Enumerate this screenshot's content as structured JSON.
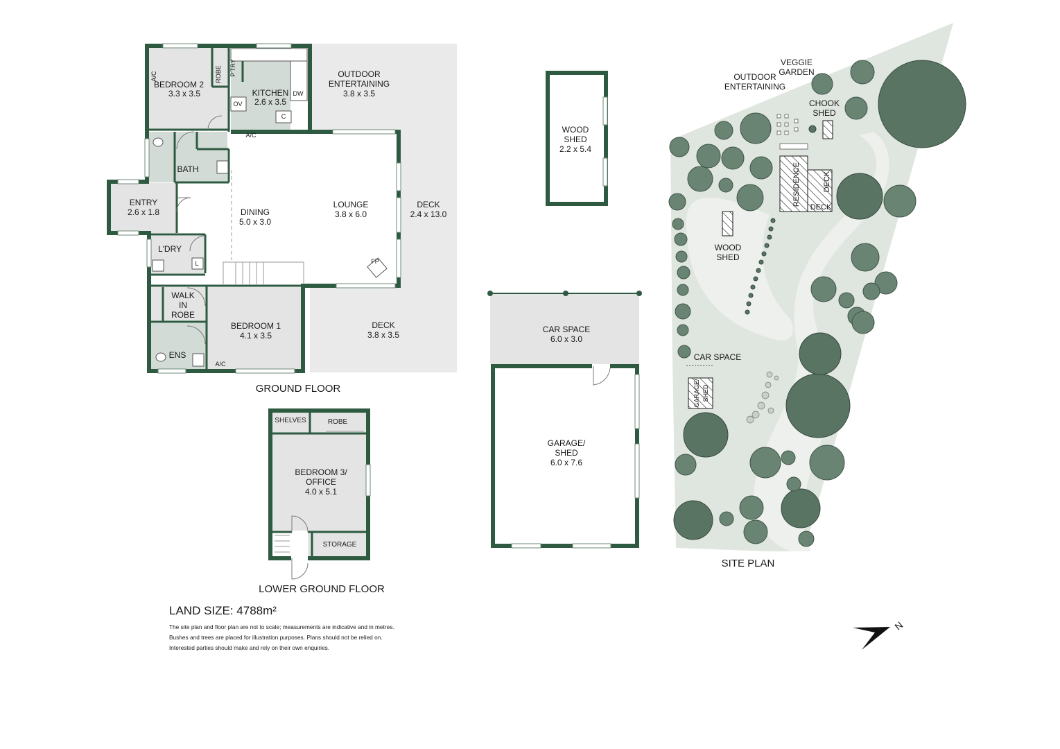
{
  "ground_floor": {
    "title": "GROUND FLOOR",
    "rooms": {
      "bedroom2": {
        "name": "BEDROOM 2",
        "size": "3.3 x 3.5"
      },
      "kitchen": {
        "name": "KITCHEN",
        "size": "2.6 x 3.5"
      },
      "outdoor": {
        "name1": "OUTDOOR",
        "name2": "ENTERTAINING",
        "size": "3.8 x 3.5"
      },
      "bath": {
        "name": "BATH"
      },
      "entry": {
        "name": "ENTRY",
        "size": "2.6 x 1.8"
      },
      "dining": {
        "name": "DINING",
        "size": "5.0 x 3.0"
      },
      "lounge": {
        "name": "LOUNGE",
        "size": "3.8 x 6.0"
      },
      "deck_side": {
        "name": "DECK",
        "size": "2.4 x 13.0"
      },
      "laundry": {
        "name": "L'DRY"
      },
      "walkin": {
        "name1": "WALK",
        "name2": "IN",
        "name3": "ROBE"
      },
      "bedroom1": {
        "name": "BEDROOM 1",
        "size": "4.1 x 3.5"
      },
      "ens": {
        "name": "ENS"
      },
      "deck_lower": {
        "name": "DECK",
        "size": "3.8 x 3.5"
      }
    },
    "fixtures": {
      "ac": "A/C",
      "robe": "ROBE",
      "pantry": "P'TRY",
      "oven": "OV",
      "dw": "DW",
      "c": "C",
      "fp": "FP",
      "l": "L"
    }
  },
  "lower_ground_floor": {
    "title": "LOWER GROUND FLOOR",
    "rooms": {
      "shelves": "SHELVES",
      "robe": "ROBE",
      "bedroom3_name1": "BEDROOM 3/",
      "bedroom3_name2": "OFFICE",
      "bedroom3_size": "4.0 x 5.1",
      "storage": "STORAGE"
    }
  },
  "wood_shed": {
    "name1": "WOOD",
    "name2": "SHED",
    "size": "2.2 x 5.4"
  },
  "car_space": {
    "name": "CAR SPACE",
    "size": "6.0 x 3.0"
  },
  "garage": {
    "name1": "GARAGE/",
    "name2": "SHED",
    "size": "6.0 x 7.6"
  },
  "site_plan": {
    "title": "SITE PLAN",
    "labels": {
      "veggie1": "VEGGIE",
      "veggie2": "GARDEN",
      "outdoor1": "OUTDOOR",
      "outdoor2": "ENTERTAINING",
      "chook1": "CHOOK",
      "chook2": "SHED",
      "residence": "RESIDENCE",
      "deck": "DECK",
      "wood1": "WOOD",
      "wood2": "SHED",
      "car_space": "CAR SPACE",
      "garage1": "GARAGE/",
      "garage2": "SHED"
    },
    "north_label": "N"
  },
  "land_size": {
    "label": "LAND SIZE: 4788m²"
  },
  "disclaimer": [
    "The site plan and floor plan are not to scale; measurements are indicative and in metres.",
    "Bushes and trees are placed for illustration purposes. Plans should not be relied on.",
    "Interested parties should make and rely on their own enquiries."
  ],
  "colors": {
    "wall": "#2d5a40",
    "floor": "#e3e4e3",
    "tree": "#5a7464",
    "site": "#dfe5df"
  }
}
